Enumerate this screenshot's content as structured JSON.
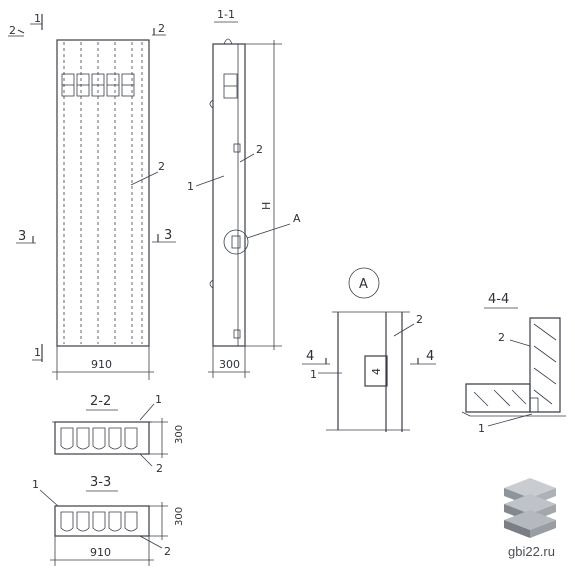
{
  "labels": {
    "cut_2_left": "2",
    "cut_1_top_left": "1",
    "cut_2_right": "2",
    "cut_3_left": "3",
    "cut_3_right": "3",
    "cut_1_bottom_left": "1",
    "front_leader_2": "2",
    "front_width_dim": "910",
    "section_1_1_title": "1-1",
    "section_1_1_leader_1": "1",
    "section_1_1_leader_2": "2",
    "section_1_1_height": "H",
    "section_1_1_callout_a": "A",
    "section_1_1_width_dim": "300",
    "section_2_2_title": "2-2",
    "section_2_2_leader_1": "1",
    "section_2_2_leader_2": "2",
    "section_2_2_dim": "300",
    "section_3_3_title": "3-3",
    "section_3_3_leader_1": "1",
    "section_3_3_leader_2": "2",
    "section_3_3_dim": "300",
    "section_3_3_width_dim": "910",
    "detail_a_title": "A",
    "detail_a_leader_2": "2",
    "detail_a_leader_1": "1",
    "detail_a_cut_4_left": "4",
    "detail_a_cut_4_right": "4",
    "detail_a_inner_4": "4",
    "section_4_4_title": "4-4",
    "section_4_4_leader_2": "2",
    "section_4_4_leader_1": "1",
    "watermark": "gbi22.ru"
  },
  "logo_icon": "stacked-slabs-icon"
}
